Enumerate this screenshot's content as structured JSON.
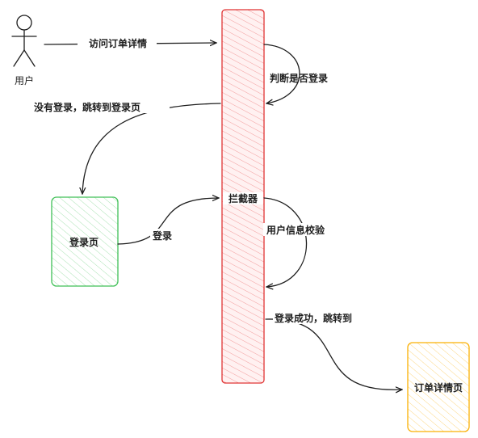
{
  "actor": {
    "label": "用户"
  },
  "nodes": {
    "interceptor": {
      "label": "拦截器",
      "fill": "#ffc9c9",
      "stroke": "#e03131"
    },
    "login_page": {
      "label": "登录页",
      "fill": "#b2f2bb",
      "stroke": "#2f9e44"
    },
    "order_detail_page": {
      "label": "订单详情页",
      "fill": "#ffec99",
      "stroke": "#f08c00"
    }
  },
  "edges": {
    "visit_order": {
      "label": "访问订单详情"
    },
    "check_login": {
      "label": "判断是否登录"
    },
    "not_logged_in": {
      "label": "没有登录，跳转到登录页"
    },
    "login": {
      "label": "登录"
    },
    "verify_user": {
      "label": "用户信息校验"
    },
    "login_success": {
      "label": "登录成功，跳转到"
    }
  }
}
